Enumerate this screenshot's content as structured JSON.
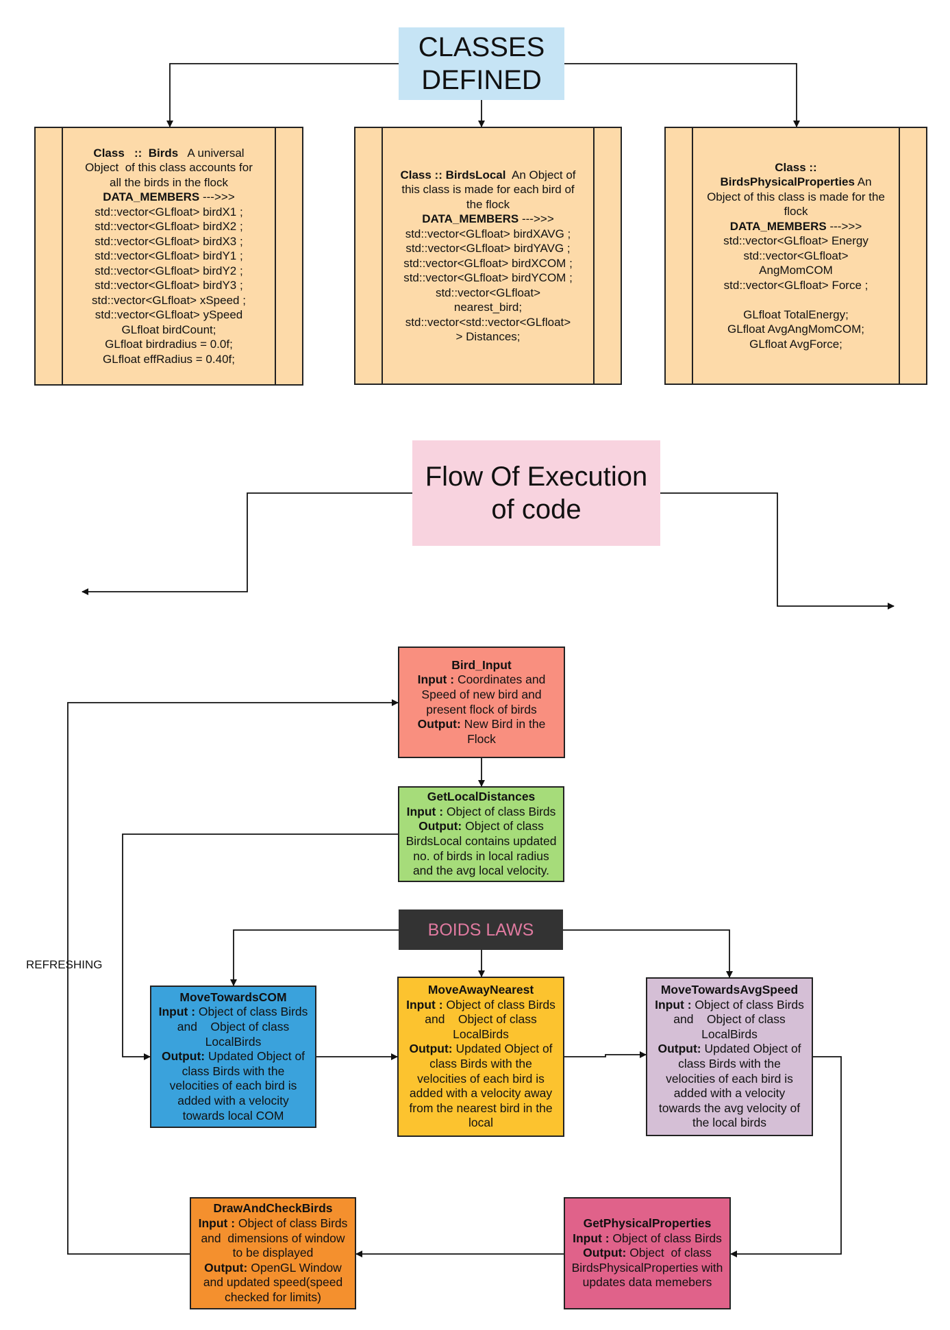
{
  "classes_title": [
    "CLASSES",
    "DEFINED"
  ],
  "classes": [
    {
      "lines": [
        [
          {
            "text": "Class   ::  Birds",
            "bold": true
          },
          {
            "text": "   A universal",
            "bold": false
          }
        ],
        [
          {
            "text": "Object  of this class accounts for",
            "bold": false
          }
        ],
        [
          {
            "text": "all the birds in the flock",
            "bold": false
          }
        ],
        [
          {
            "text": "DATA_MEMBERS",
            "bold": true
          },
          {
            "text": " --->>>",
            "bold": false
          }
        ],
        [
          {
            "text": "std::vector<GLfloat> birdX1 ;",
            "bold": false
          }
        ],
        [
          {
            "text": "std::vector<GLfloat> birdX2 ;",
            "bold": false
          }
        ],
        [
          {
            "text": "std::vector<GLfloat> birdX3 ;",
            "bold": false
          }
        ],
        [
          {
            "text": "std::vector<GLfloat> birdY1 ;",
            "bold": false
          }
        ],
        [
          {
            "text": "std::vector<GLfloat> birdY2 ;",
            "bold": false
          }
        ],
        [
          {
            "text": "std::vector<GLfloat> birdY3 ;",
            "bold": false
          }
        ],
        [
          {
            "text": "std::vector<GLfloat> xSpeed ;",
            "bold": false
          }
        ],
        [
          {
            "text": "std::vector<GLfloat> ySpeed",
            "bold": false
          }
        ],
        [
          {
            "text": "GLfloat birdCount;",
            "bold": false
          }
        ],
        [
          {
            "text": "GLfloat birdradius = 0.0f;",
            "bold": false
          }
        ],
        [
          {
            "text": "GLfloat effRadius = 0.40f;",
            "bold": false
          }
        ]
      ]
    },
    {
      "lines": [
        [
          {
            "text": "Class :: BirdsLocal",
            "bold": true
          },
          {
            "text": "  An Object of",
            "bold": false
          }
        ],
        [
          {
            "text": "this class is made for each bird of",
            "bold": false
          }
        ],
        [
          {
            "text": "the flock",
            "bold": false
          }
        ],
        [
          {
            "text": "DATA_MEMBERS",
            "bold": true
          },
          {
            "text": " --->>>",
            "bold": false
          }
        ],
        [
          {
            "text": "std::vector<GLfloat> birdXAVG ;",
            "bold": false
          }
        ],
        [
          {
            "text": "std::vector<GLfloat> birdYAVG ;",
            "bold": false
          }
        ],
        [
          {
            "text": "std::vector<GLfloat> birdXCOM ;",
            "bold": false
          }
        ],
        [
          {
            "text": "std::vector<GLfloat> birdYCOM ;",
            "bold": false
          }
        ],
        [
          {
            "text": "std::vector<GLfloat>",
            "bold": false
          }
        ],
        [
          {
            "text": "nearest_bird;",
            "bold": false
          }
        ],
        [
          {
            "text": "std::vector<std::vector<GLfloat>",
            "bold": false
          }
        ],
        [
          {
            "text": "> Distances;",
            "bold": false
          }
        ]
      ]
    },
    {
      "lines": [
        [
          {
            "text": "Class ::",
            "bold": true
          }
        ],
        [
          {
            "text": "BirdsPhysicalProperties",
            "bold": true
          },
          {
            "text": " An",
            "bold": false
          }
        ],
        [
          {
            "text": "Object of this class is made for the",
            "bold": false
          }
        ],
        [
          {
            "text": "flock",
            "bold": false
          }
        ],
        [
          {
            "text": "DATA_MEMBERS",
            "bold": true
          },
          {
            "text": " --->>>",
            "bold": false
          }
        ],
        [
          {
            "text": "std::vector<GLfloat> Energy",
            "bold": false
          }
        ],
        [
          {
            "text": "std::vector<GLfloat>",
            "bold": false
          }
        ],
        [
          {
            "text": "AngMomCOM",
            "bold": false
          }
        ],
        [
          {
            "text": "std::vector<GLfloat> Force ;",
            "bold": false
          }
        ],
        [
          {
            "text": "",
            "bold": false
          }
        ],
        [
          {
            "text": "GLfloat TotalEnergy;",
            "bold": false
          }
        ],
        [
          {
            "text": "GLfloat AvgAngMomCOM;",
            "bold": false
          }
        ],
        [
          {
            "text": "GLfloat AvgForce;",
            "bold": false
          }
        ]
      ]
    }
  ],
  "flow_title": [
    "Flow Of Execution",
    "of code"
  ],
  "boids_title": "BOIDS LAWS",
  "refresh_label": "REFRESHING",
  "nodes": {
    "bird_input": {
      "color": "#f98f7f",
      "lines": [
        [
          {
            "text": "Bird_Input",
            "bold": true
          }
        ],
        [
          {
            "text": "Input :",
            "bold": true
          },
          {
            "text": " Coordinates and",
            "bold": false
          }
        ],
        [
          {
            "text": "Speed of new bird and",
            "bold": false
          }
        ],
        [
          {
            "text": "present flock of birds",
            "bold": false
          }
        ],
        [
          {
            "text": "Output:",
            "bold": true
          },
          {
            "text": " New Bird in the",
            "bold": false
          }
        ],
        [
          {
            "text": "Flock",
            "bold": false
          }
        ]
      ]
    },
    "get_local": {
      "color": "#a6dc7a",
      "lines": [
        [
          {
            "text": "GetLocalDistances",
            "bold": true
          }
        ],
        [
          {
            "text": "Input :",
            "bold": true
          },
          {
            "text": " Object of class Birds",
            "bold": false
          }
        ],
        [
          {
            "text": "Output:",
            "bold": true
          },
          {
            "text": " Object of class",
            "bold": false
          }
        ],
        [
          {
            "text": "BirdsLocal contains updated",
            "bold": false
          }
        ],
        [
          {
            "text": "no. of birds in local radius",
            "bold": false
          }
        ],
        [
          {
            "text": "and the avg local velocity.",
            "bold": false
          }
        ]
      ]
    },
    "move_com": {
      "color": "#3aa2dc",
      "lines": [
        [
          {
            "text": "MoveTowardsCOM",
            "bold": true
          }
        ],
        [
          {
            "text": "Input :",
            "bold": true
          },
          {
            "text": " Object of class Birds",
            "bold": false
          }
        ],
        [
          {
            "text": "and    Object of class",
            "bold": false
          }
        ],
        [
          {
            "text": "LocalBirds",
            "bold": false
          }
        ],
        [
          {
            "text": "Output:",
            "bold": true
          },
          {
            "text": " Updated Object of",
            "bold": false
          }
        ],
        [
          {
            "text": "class Birds with the",
            "bold": false
          }
        ],
        [
          {
            "text": "velocities of each bird is",
            "bold": false
          }
        ],
        [
          {
            "text": "added with a velocity",
            "bold": false
          }
        ],
        [
          {
            "text": "towards local COM",
            "bold": false
          }
        ]
      ]
    },
    "move_away": {
      "color": "#fcc32f",
      "lines": [
        [
          {
            "text": "MoveAwayNearest",
            "bold": true
          }
        ],
        [
          {
            "text": "Input :",
            "bold": true
          },
          {
            "text": " Object of class Birds",
            "bold": false
          }
        ],
        [
          {
            "text": "and    Object of class",
            "bold": false
          }
        ],
        [
          {
            "text": "LocalBirds",
            "bold": false
          }
        ],
        [
          {
            "text": "Output:",
            "bold": true
          },
          {
            "text": " Updated Object of",
            "bold": false
          }
        ],
        [
          {
            "text": "class Birds with the",
            "bold": false
          }
        ],
        [
          {
            "text": "velocities of each bird is",
            "bold": false
          }
        ],
        [
          {
            "text": "added with a velocity away",
            "bold": false
          }
        ],
        [
          {
            "text": "from the nearest bird in the",
            "bold": false
          }
        ],
        [
          {
            "text": "local",
            "bold": false
          }
        ]
      ]
    },
    "move_avg": {
      "color": "#d5bfd6",
      "lines": [
        [
          {
            "text": "MoveTowardsAvgSpeed",
            "bold": true
          }
        ],
        [
          {
            "text": "Input :",
            "bold": true
          },
          {
            "text": " Object of class Birds",
            "bold": false
          }
        ],
        [
          {
            "text": "and    Object of class",
            "bold": false
          }
        ],
        [
          {
            "text": "LocalBirds",
            "bold": false
          }
        ],
        [
          {
            "text": "Output:",
            "bold": true
          },
          {
            "text": " Updated Object of",
            "bold": false
          }
        ],
        [
          {
            "text": "class Birds with the",
            "bold": false
          }
        ],
        [
          {
            "text": "velocities of each bird is",
            "bold": false
          }
        ],
        [
          {
            "text": "added with a velocity",
            "bold": false
          }
        ],
        [
          {
            "text": "towards the avg velocity of",
            "bold": false
          }
        ],
        [
          {
            "text": "the local birds",
            "bold": false
          }
        ]
      ]
    },
    "draw_check": {
      "color": "#f4902e",
      "lines": [
        [
          {
            "text": "DrawAndCheckBirds",
            "bold": true
          }
        ],
        [
          {
            "text": "Input :",
            "bold": true
          },
          {
            "text": " Object of class Birds",
            "bold": false
          }
        ],
        [
          {
            "text": "and  dimensions of window",
            "bold": false
          }
        ],
        [
          {
            "text": "to be displayed",
            "bold": false
          }
        ],
        [
          {
            "text": "Output:",
            "bold": true
          },
          {
            "text": " OpenGL Window",
            "bold": false
          }
        ],
        [
          {
            "text": "and updated speed(speed",
            "bold": false
          }
        ],
        [
          {
            "text": "checked for limits)",
            "bold": false
          }
        ]
      ]
    },
    "get_physical": {
      "color": "#e0628a",
      "lines": [
        [
          {
            "text": "GetPhysicalProperties",
            "bold": true
          }
        ],
        [
          {
            "text": "Input :",
            "bold": true
          },
          {
            "text": " Object of class Birds",
            "bold": false
          }
        ],
        [
          {
            "text": "Output:",
            "bold": true
          },
          {
            "text": " Object  of class",
            "bold": false
          }
        ],
        [
          {
            "text": "BirdsPhysicalProperties with",
            "bold": false
          }
        ],
        [
          {
            "text": "updates data memebers",
            "bold": false
          }
        ]
      ]
    }
  }
}
